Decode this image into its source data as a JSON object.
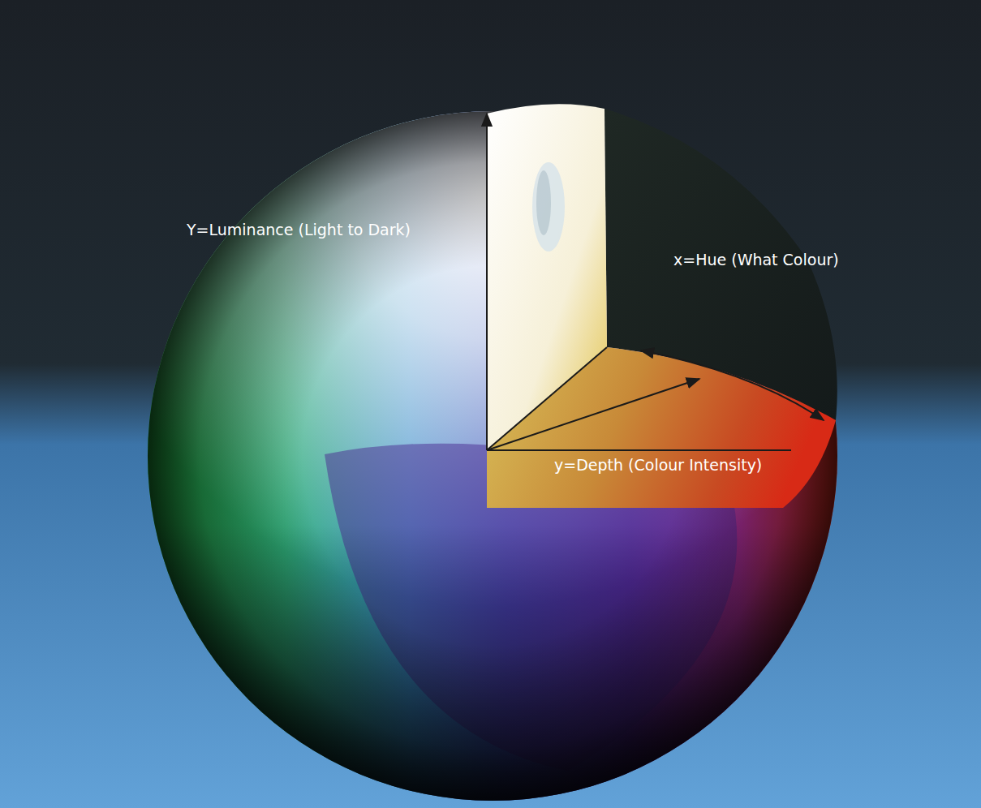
{
  "diagram": {
    "labels": [
      "Y=Luminance (Light to Dark)",
      "x=Hue (What Colour)",
      "y=Depth (Colour Intensity)"
    ]
  }
}
